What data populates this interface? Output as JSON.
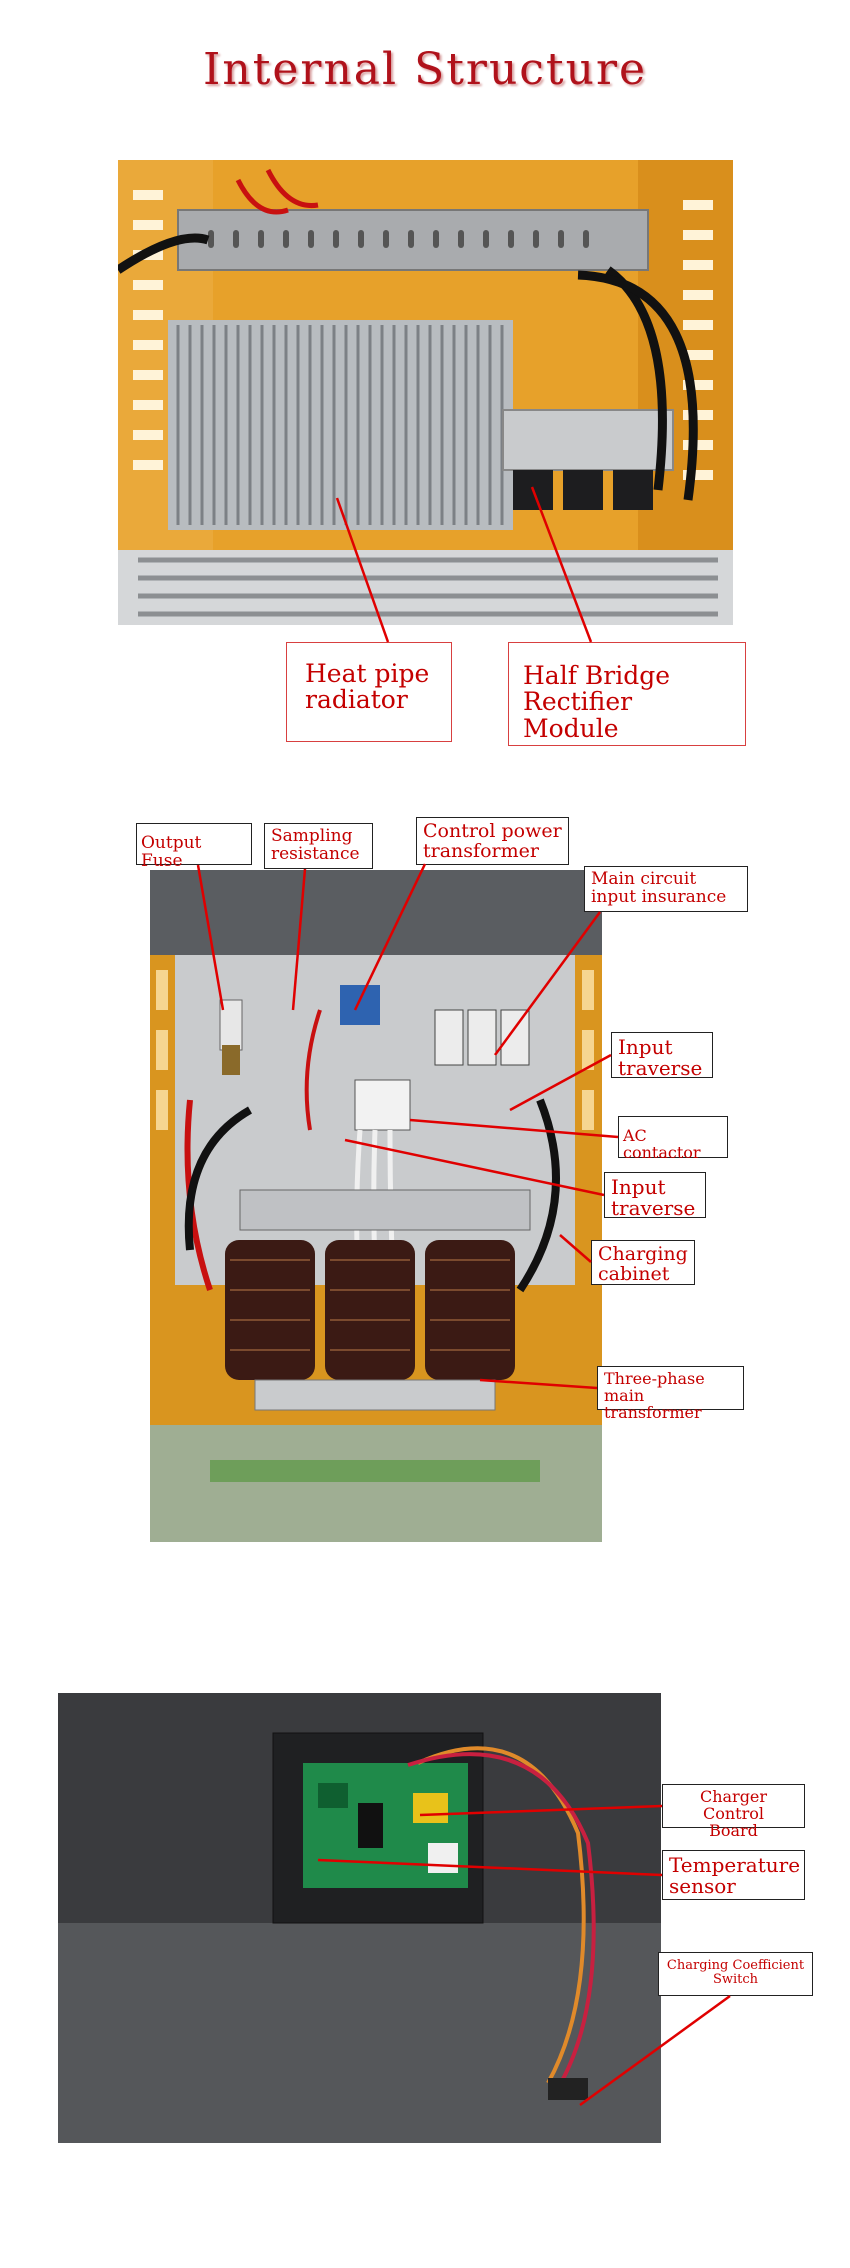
{
  "page": {
    "title": "Internal Structure"
  },
  "section1": {
    "labels": {
      "heat_pipe_radiator": "Heat pipe\nradiator",
      "half_bridge": "Half Bridge\nRectifier Module"
    }
  },
  "section2": {
    "labels": {
      "output_fuse": "Output Fuse",
      "sampling_resistance": "Sampling\nresistance",
      "control_power_transformer": "Control power\ntransformer",
      "main_circuit_input_insurance": "Main circuit\ninput insurance",
      "input_traverse_1": "Input\ntraverse",
      "ac_contactor": "AC contactor",
      "input_traverse_2": "Input\ntraverse",
      "charging_cabinet": "Charging\ncabinet",
      "three_phase_main_transformer": "Three-phase\nmain transformer"
    }
  },
  "section3": {
    "labels": {
      "charger_control_board": "Charger Control\nBoard",
      "temperature_sensor": "Temperature\nsensor",
      "charging_coefficient_switch": "Charging Coefficient\nSwitch"
    }
  },
  "colors": {
    "title": "#b0121b",
    "label_text": "#c40000",
    "leader_line": "#e00000",
    "cabinet_orange": "#e39a24",
    "cabinet_dark": "#3e3f42"
  }
}
